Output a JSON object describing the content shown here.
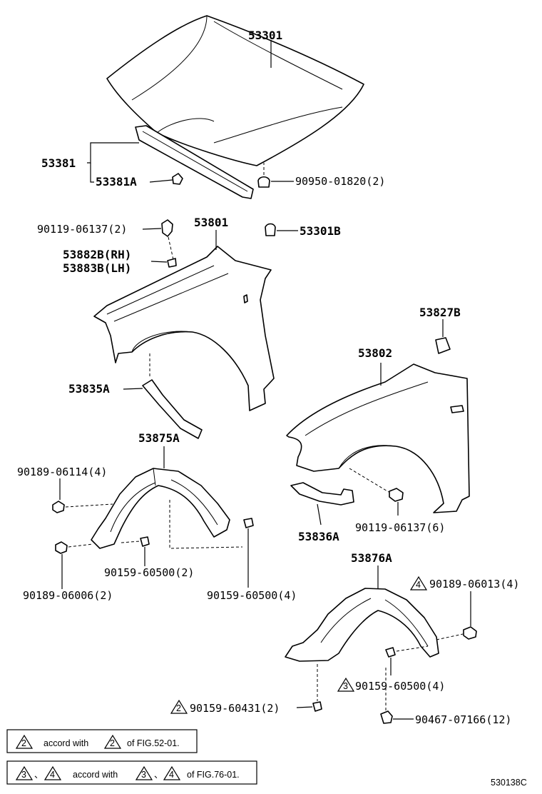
{
  "parts": {
    "hood": "53301",
    "hood_seal": "53381",
    "hood_seal_clip": "53381A",
    "hood_cushion": "90950-01820(2)",
    "fender_bolt_top": "90119-06137(2)",
    "fender_rh_part": "53801",
    "hood_stopper": "53301B",
    "fender_seal_rh": "53882B(RH)",
    "fender_seal_lh": "53883B(LH)",
    "fender_clip": "53827B",
    "fender_lh_part": "53802",
    "fender_brace_rh": "53835A",
    "liner_rh": "53875A",
    "liner_rh_clip_1": "90189-06114(4)",
    "liner_rh_clip_2": "90189-06006(2)",
    "liner_rh_screw_1": "90159-60500(2)",
    "liner_rh_screw_2": "90159-60500(4)",
    "fender_brace_lh": "53836A",
    "fender_bolt_bottom": "90119-06137(6)",
    "liner_lh": "53876A",
    "liner_lh_clip": "90189-06013(4)",
    "liner_lh_screw": "90159-60500(4)",
    "liner_lh_screw_2": "90159-60431(2)",
    "liner_lh_nut": "90467-07166(12)"
  },
  "badges": {
    "b4_top": "4",
    "b3_mid": "3",
    "b2_bottom": "2"
  },
  "notes": {
    "note1_badge_a": "2",
    "note1_text": "accord with",
    "note1_badge_b": "2",
    "note1_ref": "of FIG.52-01.",
    "note2_badge_a": "3",
    "note2_sep": "、",
    "note2_badge_b": "4",
    "note2_text": "accord with",
    "note2_badge_c": "3",
    "note2_sep2": "、",
    "note2_badge_d": "4",
    "note2_ref": "of FIG.76-01."
  },
  "figure_code": "530138C"
}
